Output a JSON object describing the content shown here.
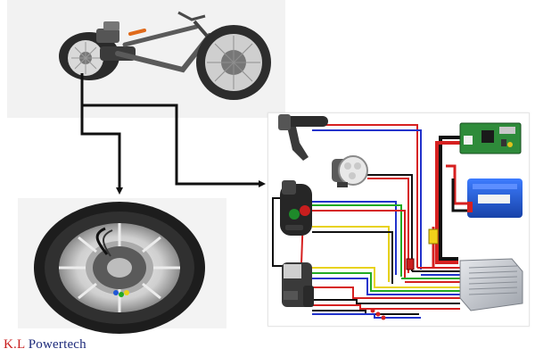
{
  "brand": {
    "name_part1": "K.L",
    "name_part2": " Powertech",
    "color_part1": "#c81e1e",
    "color_part2": "#1d2a7a"
  },
  "colors": {
    "arrow": "#111111",
    "wire_red": "#d62020",
    "wire_blue": "#2233cc",
    "wire_green": "#22aa22",
    "wire_yellow": "#e8d21a",
    "wire_black": "#111111",
    "wire_white": "#dddddd",
    "battery_blue": "#1f57d6",
    "pcb_green": "#2e8b3a",
    "controller_grey": "#b8bcc4"
  },
  "components": [
    "drift-trike-image",
    "hub-motor-wheel-image",
    "brake-lever",
    "headlight",
    "switch-control",
    "thumb-throttle",
    "display-pcb",
    "battery-pack",
    "connector-block",
    "motor-controller"
  ]
}
